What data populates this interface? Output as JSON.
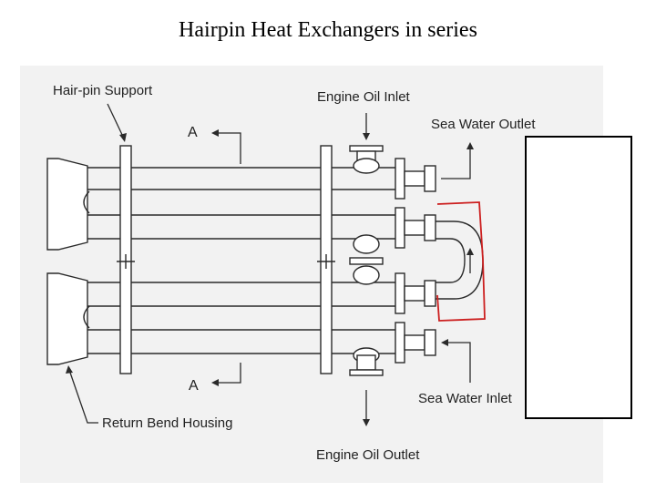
{
  "slide": {
    "title": "Hairpin Heat Exchangers in series"
  },
  "diagram": {
    "labels": {
      "hairpin_support": "Hair-pin Support",
      "engine_oil_inlet": "Engine Oil Inlet",
      "sea_water_outlet": "Sea Water Outlet",
      "section_a_top": "A",
      "section_a_bottom": "A",
      "return_bend_housing": "Return Bend Housing",
      "sea_water_inlet": "Sea Water Inlet",
      "engine_oil_outlet": "Engine Oil Outlet"
    },
    "colors": {
      "highlight": "#cc1f1f",
      "line": "#2a2a2a",
      "paper": "#f2f2f2"
    }
  }
}
